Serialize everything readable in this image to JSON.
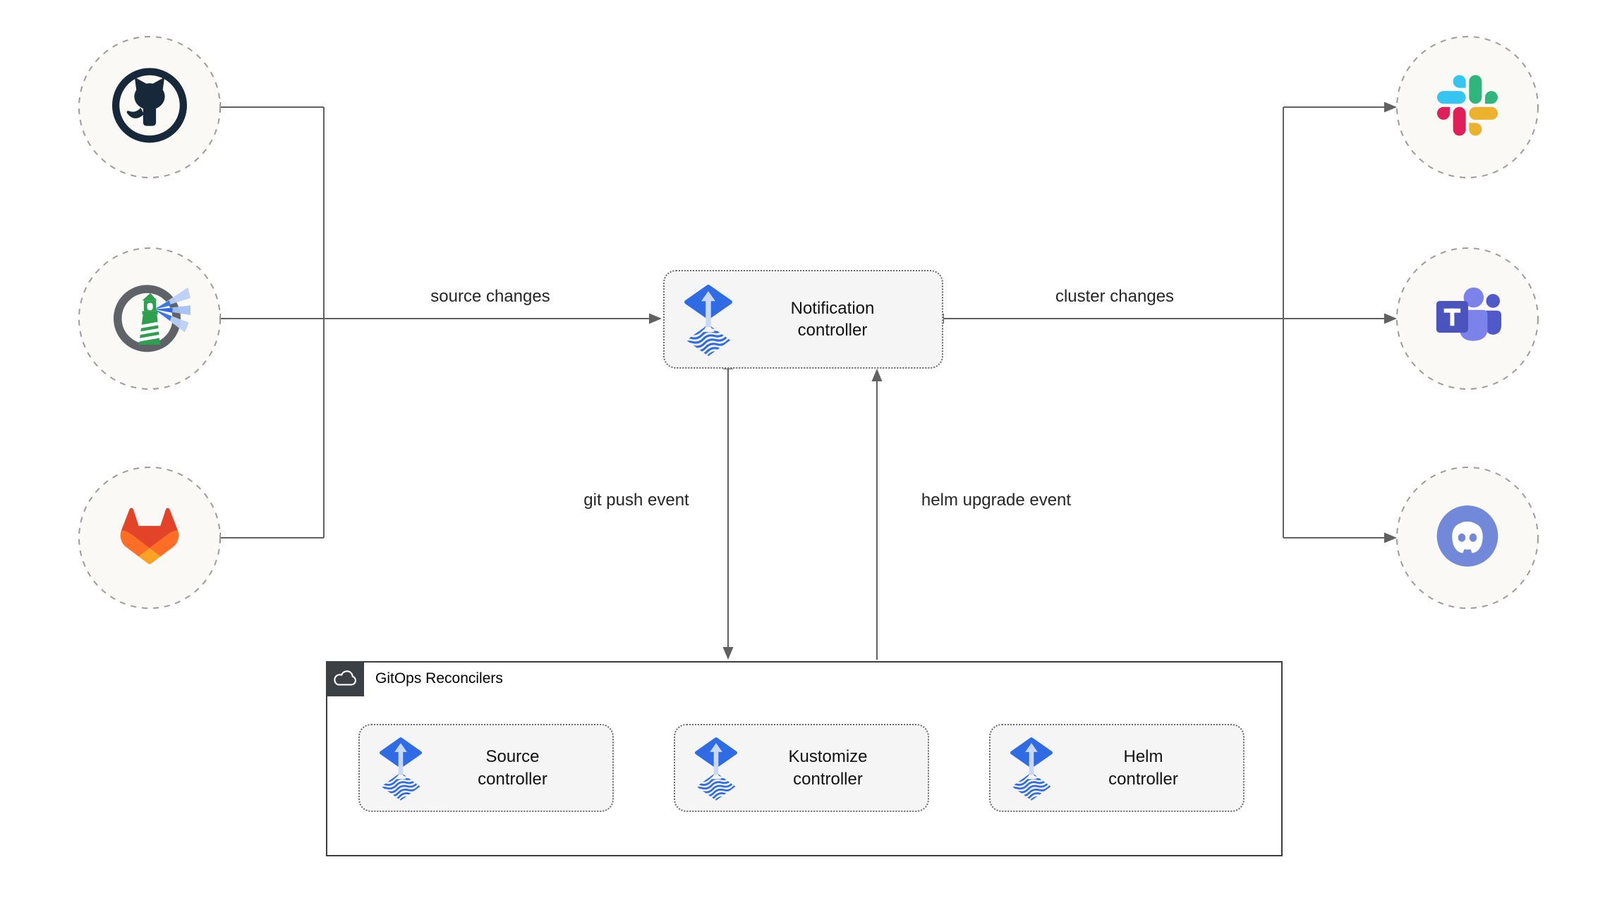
{
  "edge_labels": {
    "source_changes": "source changes",
    "cluster_changes": "cluster changes",
    "git_push_event": "git push event",
    "helm_upgrade_event": "helm upgrade event"
  },
  "nodes": {
    "notification_controller": {
      "label": "Notification controller",
      "icon": "flux-icon"
    },
    "gitops_reconcilers": {
      "label": "GitOps Reconcilers",
      "icon": "cloud-icon"
    },
    "source_controller": {
      "label": "Source controller",
      "icon": "flux-icon"
    },
    "kustomize_controller": {
      "label": "Kustomize controller",
      "icon": "flux-icon"
    },
    "helm_controller": {
      "label": "Helm controller",
      "icon": "flux-icon"
    }
  },
  "icons": {
    "sources_left": [
      "github-icon",
      "lighthouse-registry-icon",
      "gitlab-icon"
    ],
    "targets_right": [
      "slack-icon",
      "ms-teams-icon",
      "discord-icon"
    ],
    "controller_icon": "flux-icon",
    "container_badge": "cloud-icon"
  },
  "colors": {
    "line": "#616161",
    "node_fill": "#F5F5F5",
    "circle_fill": "#FAF9F6",
    "circle_dash": "#9C9C9C",
    "container_border": "#3d3d3d",
    "container_badge": "#3B4045",
    "flux_blue": "#2E6BE4",
    "flux_arrow_light": "#C9D8F7",
    "github_dark": "#16283A",
    "lighthouse_green": "#2E9E4F",
    "gitlab_palette": [
      "#E24329",
      "#FC6D26",
      "#FCA326"
    ],
    "slack_palette": [
      "#36C5F0",
      "#2EB67D",
      "#ECB22E",
      "#E01E5A"
    ],
    "teams_palette": [
      "#4B53BC",
      "#7B83EB",
      "#5059C9"
    ],
    "discord_blurple": "#7289DA"
  }
}
